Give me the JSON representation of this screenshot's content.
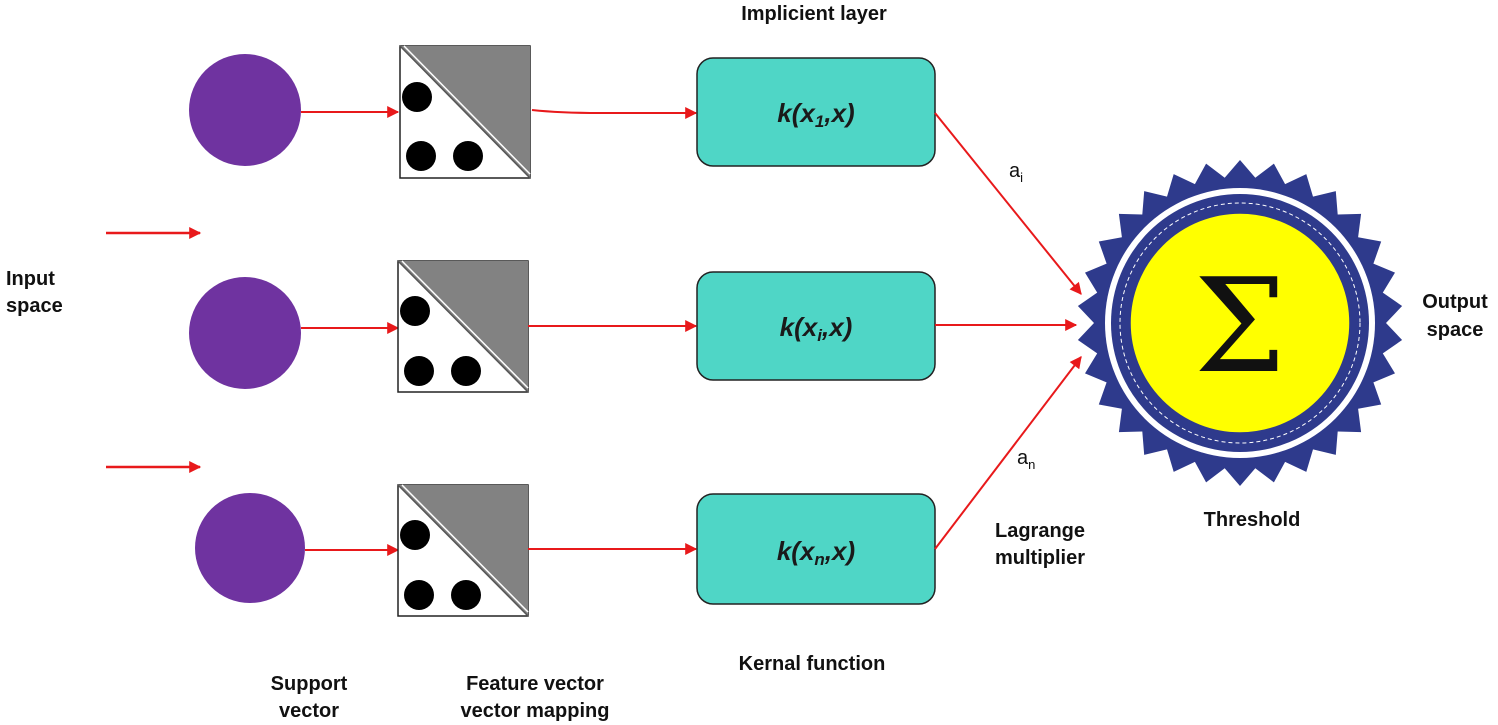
{
  "labels": {
    "implicient_layer": "Implicient layer",
    "input_space_1": "Input",
    "input_space_2": "space",
    "output_space_1": "Output",
    "output_space_2": "space",
    "threshold": "Threshold",
    "lagrange_1": "Lagrange",
    "lagrange_2": "multiplier",
    "support_1": "Support",
    "support_2": "vector",
    "feature_1": "Feature vector",
    "feature_2": "vector mapping",
    "kernal_function": "Kernal function"
  },
  "kernels": [
    {
      "prefix": "k(x",
      "sub": "1",
      "suffix": ",x)"
    },
    {
      "prefix": "k(x",
      "sub": "i",
      "suffix": ",x)"
    },
    {
      "prefix": "k(x",
      "sub": "n",
      "suffix": ",x)"
    }
  ],
  "weights": {
    "top": {
      "base": "a",
      "sub": "i"
    },
    "bottom": {
      "base": "a",
      "sub": "n"
    }
  },
  "sum_symbol": "Σ",
  "colors": {
    "node": "#6f33a0",
    "kernel_fill": "#4fd6c6",
    "arrow": "#e8191b",
    "triangle_gray": "#828282",
    "seal_blue": "#2e3a8c",
    "seal_yellow": "#ffff00"
  }
}
